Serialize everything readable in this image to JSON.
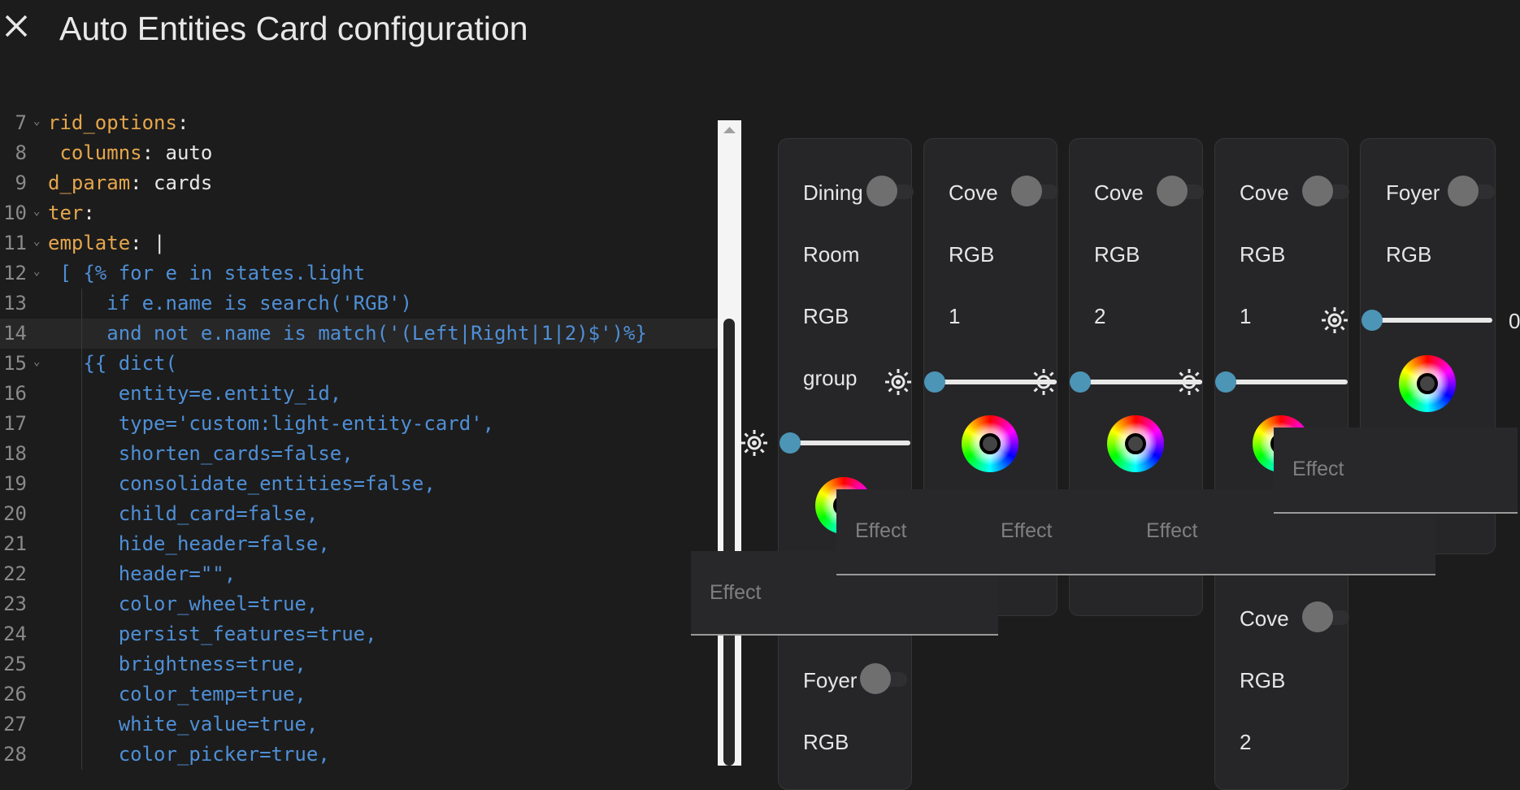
{
  "dialog": {
    "title": "Auto Entities Card configuration",
    "close_icon": "close-icon"
  },
  "editor": {
    "lines": [
      {
        "n": "7",
        "fold": true,
        "parts": [
          {
            "c": "k",
            "t": "rid_options"
          },
          {
            "c": "p",
            "t": ":"
          }
        ]
      },
      {
        "n": "8",
        "fold": false,
        "parts": [
          {
            "c": "k",
            "t": " columns"
          },
          {
            "c": "p",
            "t": ": auto"
          }
        ]
      },
      {
        "n": "9",
        "fold": false,
        "parts": [
          {
            "c": "k",
            "t": "d_param"
          },
          {
            "c": "p",
            "t": ": cards"
          }
        ]
      },
      {
        "n": "10",
        "fold": true,
        "parts": [
          {
            "c": "k",
            "t": "ter"
          },
          {
            "c": "p",
            "t": ":"
          }
        ]
      },
      {
        "n": "11",
        "fold": true,
        "parts": [
          {
            "c": "k",
            "t": "emplate"
          },
          {
            "c": "p",
            "t": ": |"
          }
        ]
      },
      {
        "n": "12",
        "fold": true,
        "parts": [
          {
            "c": "t",
            "t": " [ {% for e in states.light"
          }
        ]
      },
      {
        "n": "13",
        "fold": false,
        "parts": [
          {
            "c": "t",
            "t": "     if e.name is search('RGB')"
          }
        ]
      },
      {
        "n": "14",
        "fold": false,
        "active": true,
        "parts": [
          {
            "c": "t",
            "t": "     and not e.name is match('(Left|Right|1|2)$')%}"
          }
        ]
      },
      {
        "n": "15",
        "fold": true,
        "parts": [
          {
            "c": "t",
            "t": "   {{ dict("
          }
        ]
      },
      {
        "n": "16",
        "fold": false,
        "parts": [
          {
            "c": "t",
            "t": "      entity=e.entity_id,"
          }
        ]
      },
      {
        "n": "17",
        "fold": false,
        "parts": [
          {
            "c": "t",
            "t": "      type='custom:light-entity-card',"
          }
        ]
      },
      {
        "n": "18",
        "fold": false,
        "parts": [
          {
            "c": "t",
            "t": "      shorten_cards=false,"
          }
        ]
      },
      {
        "n": "19",
        "fold": false,
        "parts": [
          {
            "c": "t",
            "t": "      consolidate_entities=false,"
          }
        ]
      },
      {
        "n": "20",
        "fold": false,
        "parts": [
          {
            "c": "t",
            "t": "      child_card=false,"
          }
        ]
      },
      {
        "n": "21",
        "fold": false,
        "parts": [
          {
            "c": "t",
            "t": "      hide_header=false,"
          }
        ]
      },
      {
        "n": "22",
        "fold": false,
        "parts": [
          {
            "c": "t",
            "t": "      header=\"\","
          }
        ]
      },
      {
        "n": "23",
        "fold": false,
        "parts": [
          {
            "c": "t",
            "t": "      color_wheel=true,"
          }
        ]
      },
      {
        "n": "24",
        "fold": false,
        "parts": [
          {
            "c": "t",
            "t": "      persist_features=true,"
          }
        ]
      },
      {
        "n": "25",
        "fold": false,
        "parts": [
          {
            "c": "t",
            "t": "      brightness=true,"
          }
        ]
      },
      {
        "n": "26",
        "fold": false,
        "parts": [
          {
            "c": "t",
            "t": "      color_temp=true,"
          }
        ]
      },
      {
        "n": "27",
        "fold": false,
        "parts": [
          {
            "c": "t",
            "t": "      white_value=true,"
          }
        ]
      },
      {
        "n": "28",
        "fold": false,
        "parts": [
          {
            "c": "t",
            "t": "      color_picker=true,"
          }
        ]
      }
    ]
  },
  "preview": {
    "cards": [
      {
        "id": "dining-room-rgb-group",
        "label_lines": [
          "Dining",
          "Room",
          "RGB",
          "group"
        ],
        "on": false,
        "brightness": 0
      },
      {
        "id": "cove-rgb-1",
        "label_lines": [
          "Cove",
          "RGB",
          "1"
        ],
        "on": false,
        "brightness": 0
      },
      {
        "id": "cove-rgb-2",
        "label_lines": [
          "Cove",
          "RGB",
          "2"
        ],
        "on": false,
        "brightness": 0
      },
      {
        "id": "cove-rgb-1b",
        "label_lines": [
          "Cove",
          "RGB",
          "1"
        ],
        "on": false,
        "brightness": 0
      },
      {
        "id": "foyer-rgb",
        "label_lines": [
          "Foyer",
          "RGB"
        ],
        "on": false,
        "brightness": 0,
        "brightness_text": "0"
      },
      {
        "id": "foyer-rgb-bottom",
        "label_lines": [
          "Foyer",
          "RGB"
        ],
        "on": false
      },
      {
        "id": "cove-rgb-2-bottom",
        "label_lines": [
          "Cove",
          "RGB",
          "2"
        ],
        "on": false
      }
    ],
    "effect_placeholder": "Effect",
    "icons": {
      "brightness": "brightness-icon",
      "color_wheel": "color-wheel-icon"
    }
  }
}
